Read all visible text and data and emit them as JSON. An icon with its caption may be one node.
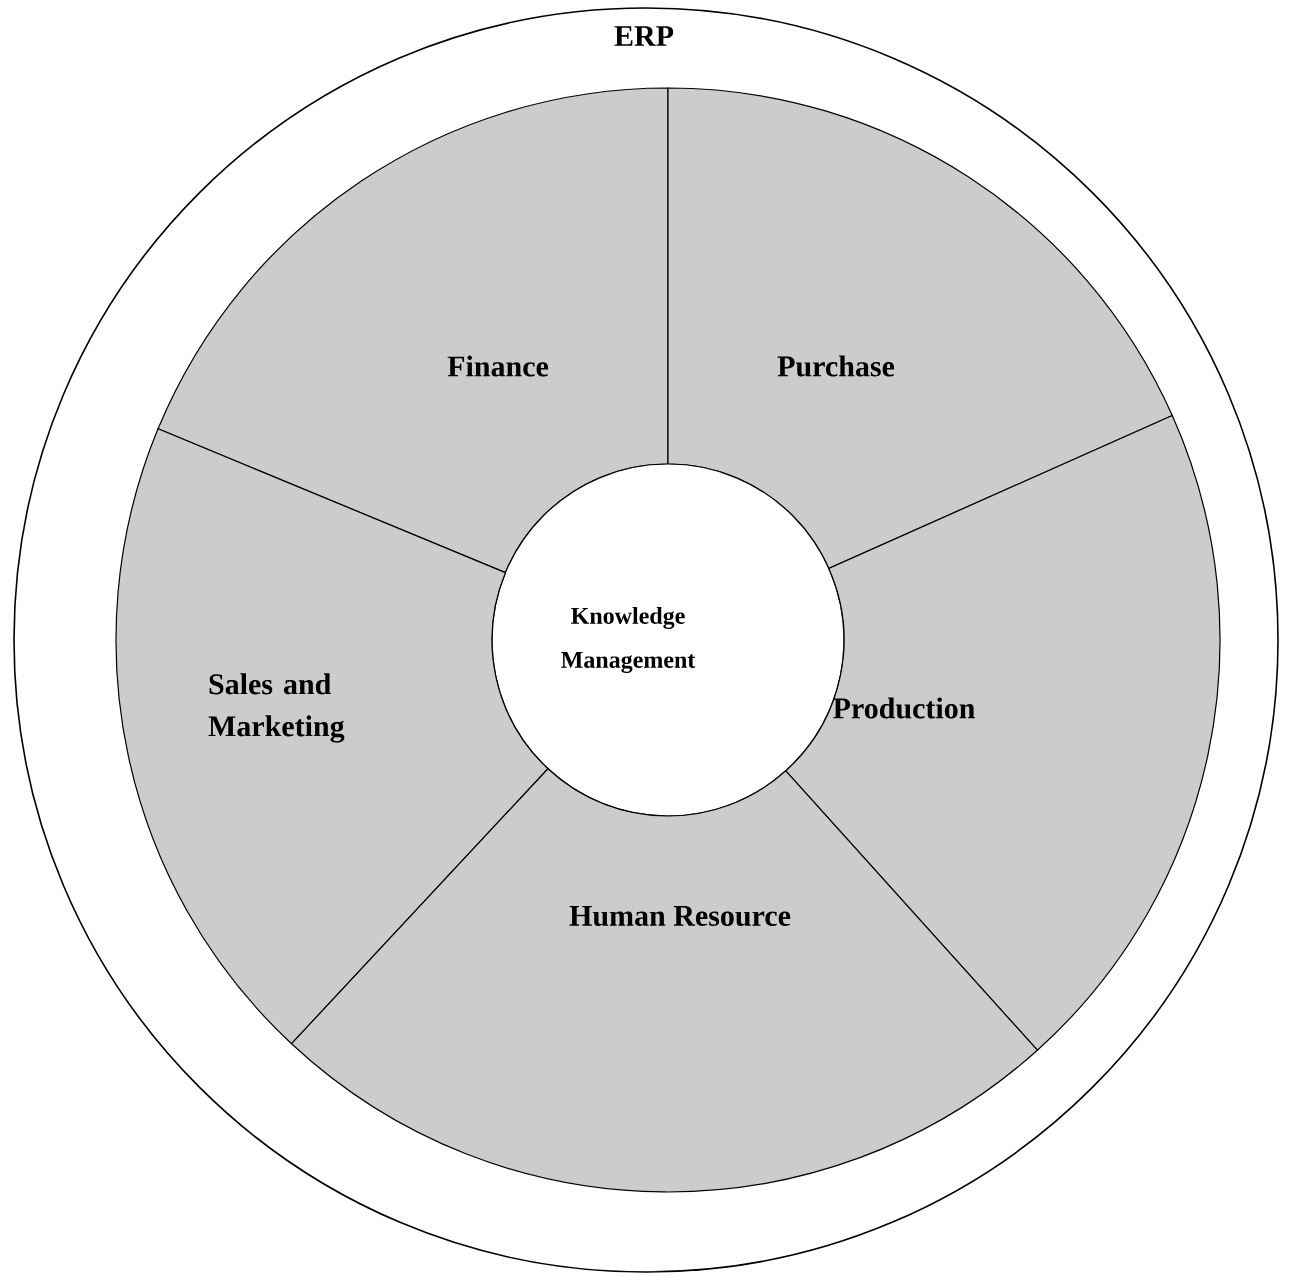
{
  "diagram": {
    "nodes": [
      {
        "text": [
          "ERP"
        ]
      },
      {
        "text": [
          "Finance"
        ],
        "in": 0
      },
      {
        "text": [
          "Purchase"
        ],
        "in": 0
      },
      {
        "text": [
          "Knowledge Management"
        ],
        "in": 0
      },
      {
        "text": [
          "Sales and Marketing"
        ],
        "in": 0
      },
      {
        "text": [
          "Production"
        ],
        "in": 0
      },
      {
        "text": [
          "Human Resource"
        ],
        "in": 0
      }
    ]
  }
}
